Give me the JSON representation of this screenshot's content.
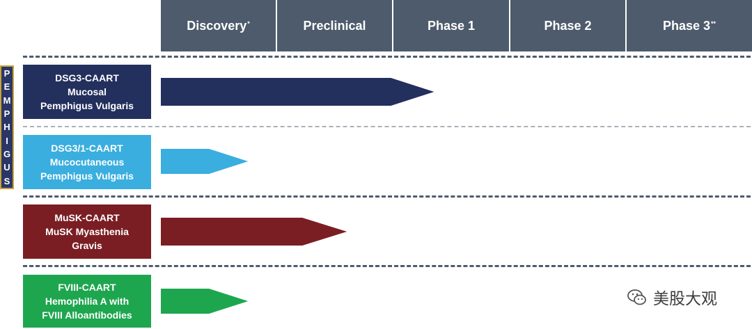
{
  "stages": [
    {
      "label": "Discovery",
      "sup": "*"
    },
    {
      "label": "Preclinical",
      "sup": ""
    },
    {
      "label": "Phase 1",
      "sup": ""
    },
    {
      "label": "Phase 2",
      "sup": ""
    },
    {
      "label": "Phase 3",
      "sup": "**"
    }
  ],
  "group_label": [
    "P",
    "E",
    "M",
    "P",
    "H",
    "I",
    "G",
    "U",
    "S"
  ],
  "programs": [
    {
      "id": "dsg3",
      "name": "DSG3-CAART\nMucosal\nPemphigus Vulgaris",
      "color": "#232f5d",
      "progress": 2.35
    },
    {
      "id": "dsg31",
      "name": "DSG3/1-CAART\nMucocutaneous\nPemphigus Vulgaris",
      "color": "#3aaede",
      "progress": 0.75
    },
    {
      "id": "musk",
      "name": "MuSK-CAART\nMuSK Myasthenia\nGravis",
      "color": "#7a1e24",
      "progress": 1.6
    },
    {
      "id": "fviii",
      "name": "FVIII-CAART\nHemophilia A with\nFVIII Alloantibodies",
      "color": "#1ea64f",
      "progress": 0.75
    }
  ],
  "watermark": "美股大观"
}
